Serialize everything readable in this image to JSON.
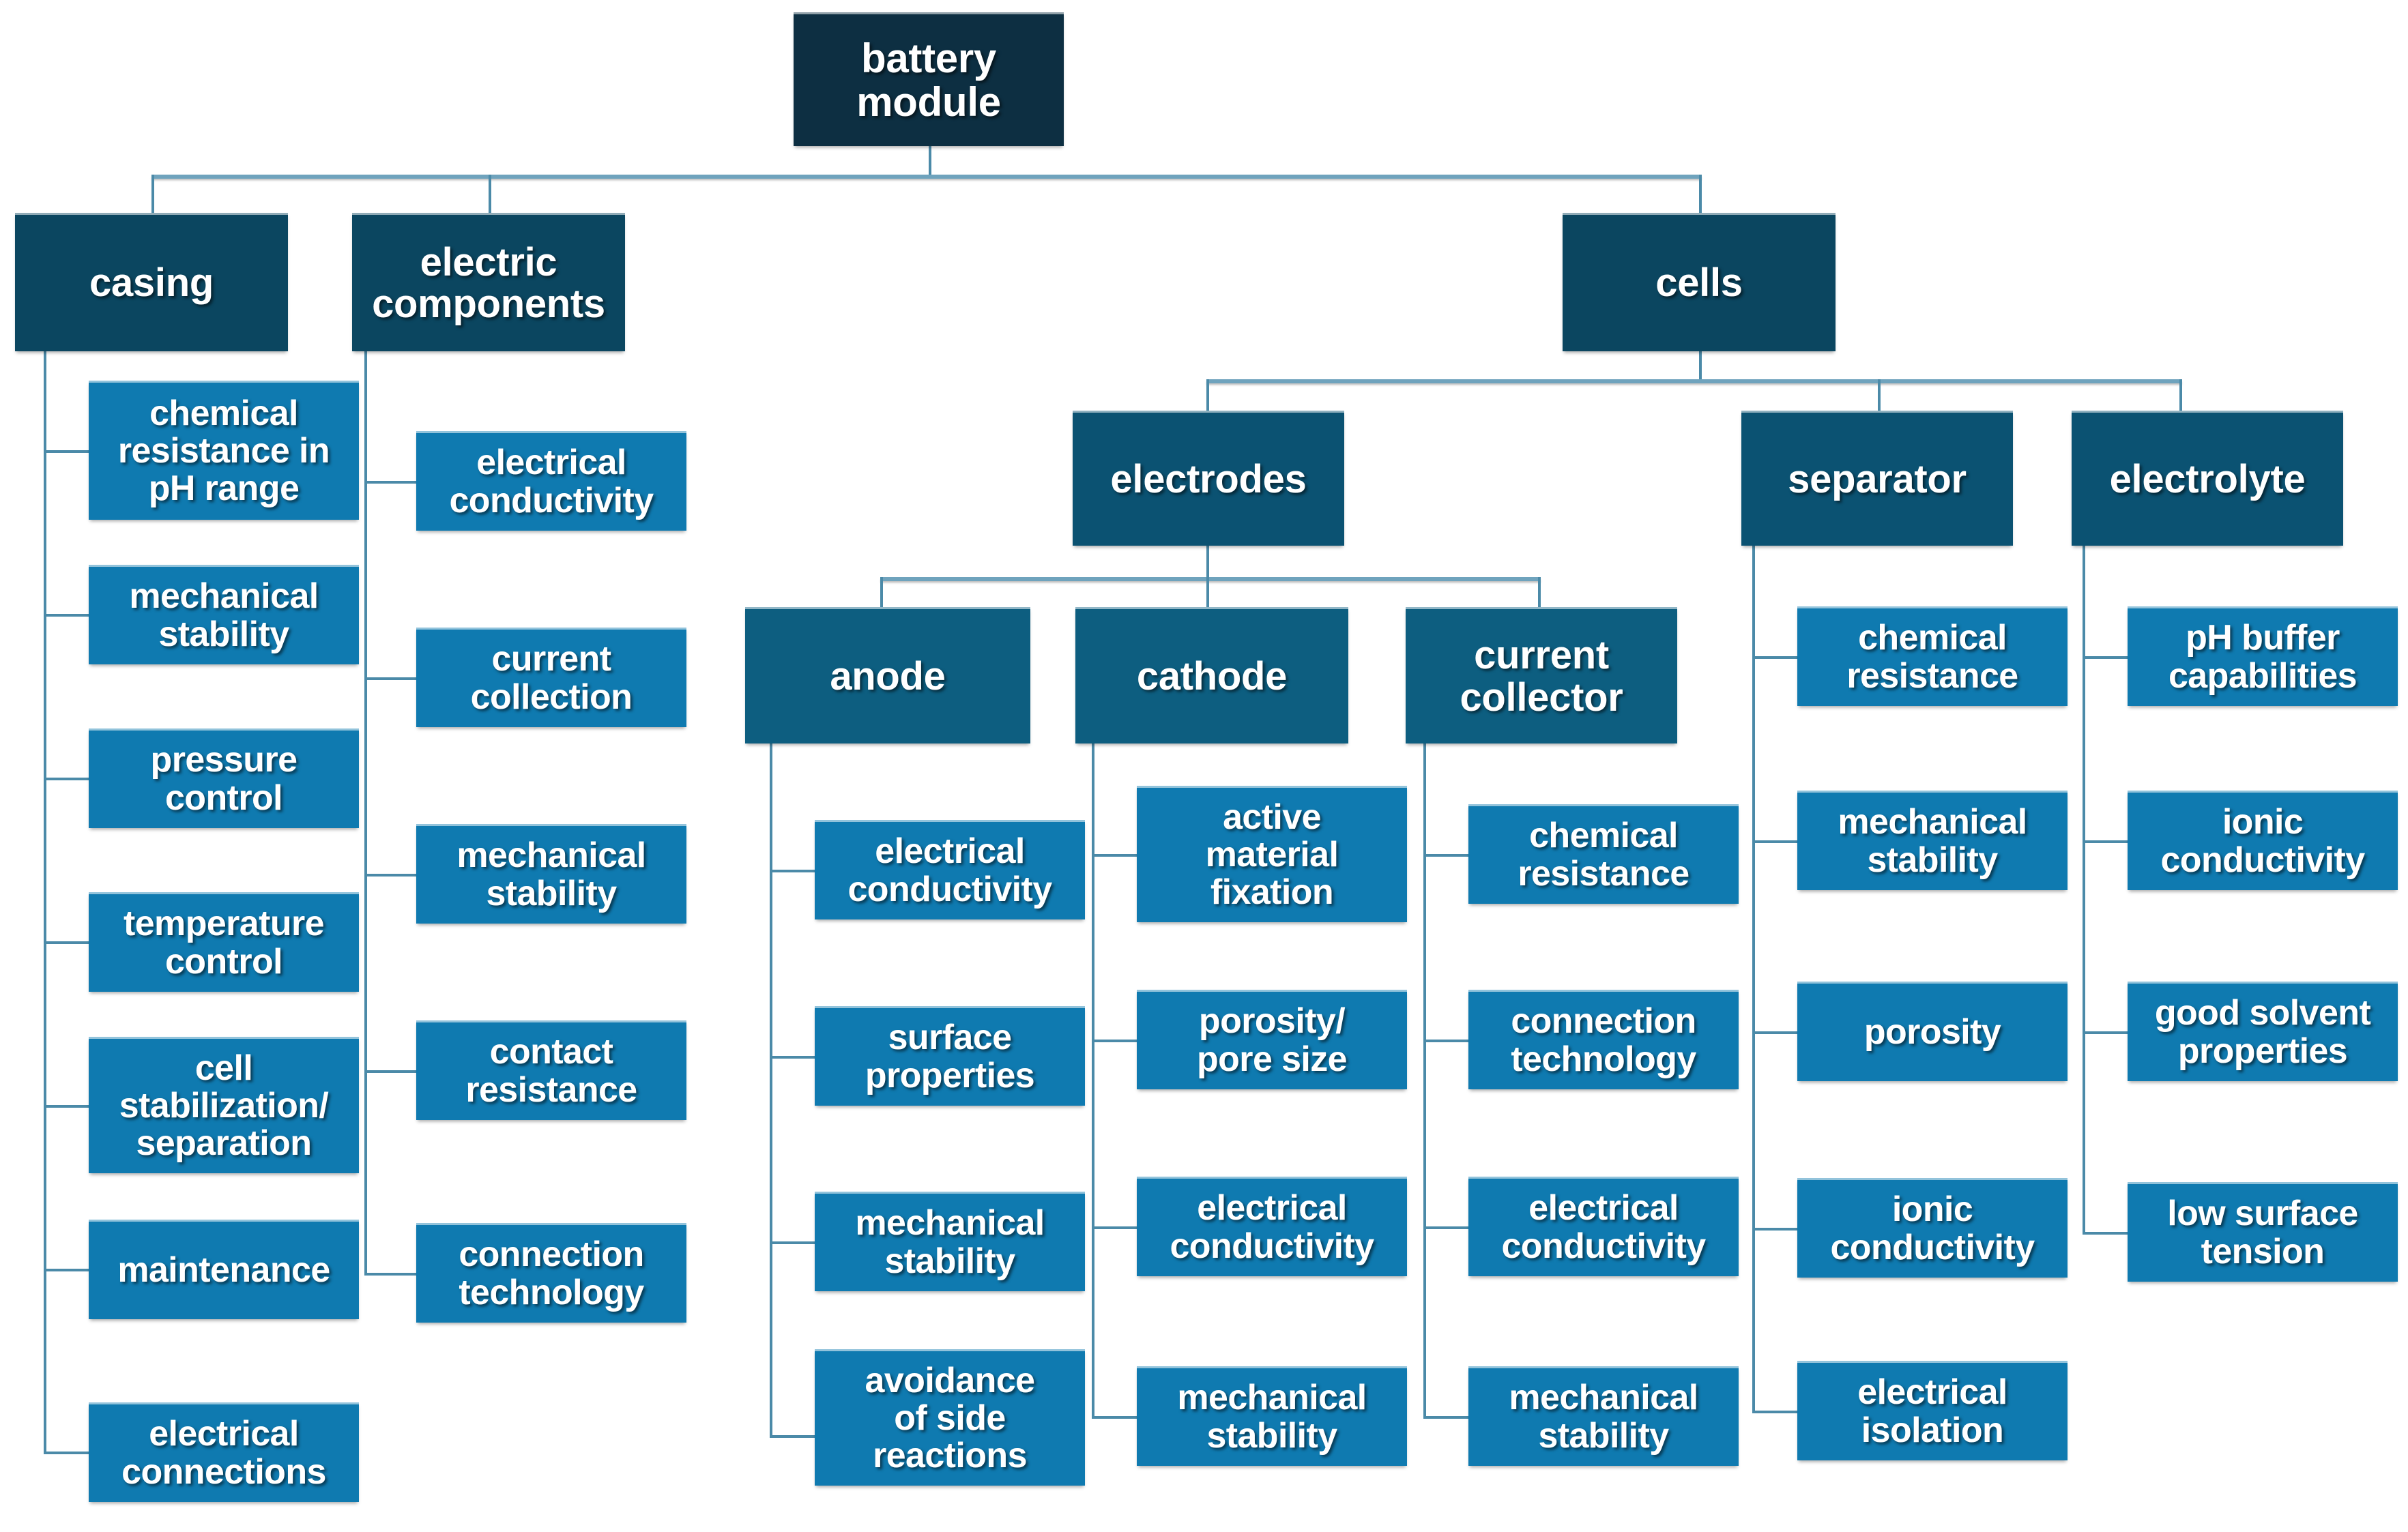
{
  "diagram": {
    "title": "battery module requirement tree",
    "colors": {
      "root": "#0d2f42",
      "level2": "#0b4660",
      "level3": "#0b5272",
      "level4": "#0d5e80",
      "leaf": "#0f7ab0",
      "connector": "#4b8aa8",
      "background": "#ffffff",
      "text": "#ffffff"
    }
  },
  "root": {
    "label": "battery\nmodule"
  },
  "level2": {
    "casing": {
      "label": "casing"
    },
    "electric_components": {
      "label": "electric\ncomponents"
    },
    "cells": {
      "label": "cells"
    }
  },
  "level3": {
    "electrodes": {
      "label": "electrodes"
    },
    "separator": {
      "label": "separator"
    },
    "electrolyte": {
      "label": "electrolyte"
    }
  },
  "level4": {
    "anode": {
      "label": "anode"
    },
    "cathode": {
      "label": "cathode"
    },
    "current_collector": {
      "label": "current\ncollector"
    }
  },
  "leaves": {
    "casing": [
      {
        "label": "chemical\nresistance in\npH range"
      },
      {
        "label": "mechanical\nstability"
      },
      {
        "label": "pressure\ncontrol"
      },
      {
        "label": "temperature\ncontrol"
      },
      {
        "label": "cell\nstabilization/\nseparation"
      },
      {
        "label": "maintenance"
      },
      {
        "label": "electrical\nconnections"
      }
    ],
    "electric_components": [
      {
        "label": "electrical\nconductivity"
      },
      {
        "label": "current\ncollection"
      },
      {
        "label": "mechanical\nstability"
      },
      {
        "label": "contact\nresistance"
      },
      {
        "label": "connection\ntechnology"
      }
    ],
    "anode": [
      {
        "label": "electrical\nconductivity"
      },
      {
        "label": "surface\nproperties"
      },
      {
        "label": "mechanical\nstability"
      },
      {
        "label": "avoidance\nof side\nreactions"
      }
    ],
    "cathode": [
      {
        "label": "active\nmaterial\nfixation"
      },
      {
        "label": "porosity/\npore size"
      },
      {
        "label": "electrical\nconductivity"
      },
      {
        "label": "mechanical\nstability"
      }
    ],
    "current_collector": [
      {
        "label": "chemical\nresistance"
      },
      {
        "label": "connection\ntechnology"
      },
      {
        "label": "electrical\nconductivity"
      },
      {
        "label": "mechanical\nstability"
      }
    ],
    "separator": [
      {
        "label": "chemical\nresistance"
      },
      {
        "label": "mechanical\nstability"
      },
      {
        "label": "porosity"
      },
      {
        "label": "ionic\nconductivity"
      },
      {
        "label": "electrical\nisolation"
      }
    ],
    "electrolyte": [
      {
        "label": "pH buffer\ncapabilities"
      },
      {
        "label": "ionic\nconductivity"
      },
      {
        "label": "good solvent\nproperties"
      },
      {
        "label": "low surface\ntension"
      }
    ]
  }
}
